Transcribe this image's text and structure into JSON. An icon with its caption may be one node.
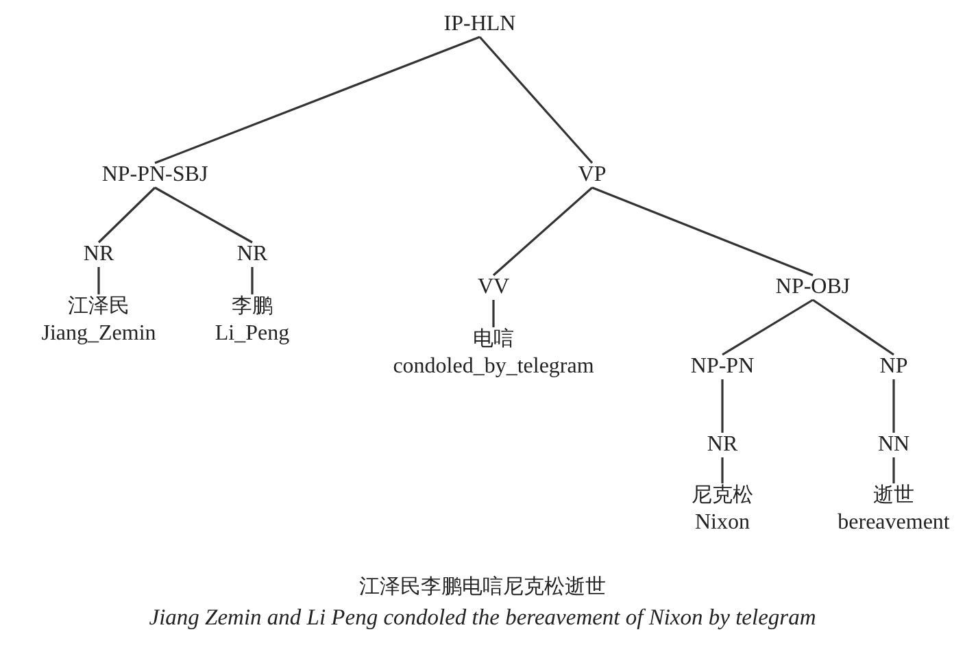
{
  "diagram": {
    "caption": "江泽民李鹏电唁尼克松逝世",
    "nodes": [
      {
        "text": [
          "IP-HLN"
        ]
      },
      {
        "text": [
          "NP-PN-SBJ"
        ]
      },
      {
        "text": [
          "VP"
        ]
      },
      {
        "text": [
          "NR"
        ]
      },
      {
        "text": [
          "NR"
        ]
      },
      {
        "text": [
          "江泽民",
          "Jiang_Zemin"
        ]
      },
      {
        "text": [
          "李鹏",
          "Li_Peng"
        ]
      },
      {
        "text": [
          "VV"
        ]
      },
      {
        "text": [
          "NP-OBJ"
        ]
      },
      {
        "text": [
          "电唁",
          "condoled_by_telegram"
        ]
      },
      {
        "text": [
          "NP-PN"
        ]
      },
      {
        "text": [
          "NP"
        ]
      },
      {
        "text": [
          "NR"
        ]
      },
      {
        "text": [
          "NN"
        ]
      },
      {
        "text": [
          "尼克松",
          "Nixon"
        ]
      },
      {
        "text": [
          "逝世",
          "bereavement"
        ]
      }
    ],
    "edges": [
      {
        "from": 0,
        "to": 1,
        "arrow": "none"
      },
      {
        "from": 0,
        "to": 2,
        "arrow": "none"
      },
      {
        "from": 1,
        "to": 3,
        "arrow": "none"
      },
      {
        "from": 1,
        "to": 4,
        "arrow": "none"
      },
      {
        "from": 3,
        "to": 5,
        "arrow": "none"
      },
      {
        "from": 4,
        "to": 6,
        "arrow": "none"
      },
      {
        "from": 2,
        "to": 7,
        "arrow": "none"
      },
      {
        "from": 2,
        "to": 8,
        "arrow": "none"
      },
      {
        "from": 7,
        "to": 9,
        "arrow": "none"
      },
      {
        "from": 8,
        "to": 10,
        "arrow": "none"
      },
      {
        "from": 8,
        "to": 11,
        "arrow": "none"
      },
      {
        "from": 10,
        "to": 12,
        "arrow": "none"
      },
      {
        "from": 11,
        "to": 13,
        "arrow": "none"
      },
      {
        "from": 12,
        "to": 14,
        "arrow": "none"
      },
      {
        "from": 13,
        "to": 15,
        "arrow": "none"
      }
    ],
    "labels": [
      "Jiang Zemin and Li Peng condoled the bereavement of Nixon by telegram"
    ]
  }
}
